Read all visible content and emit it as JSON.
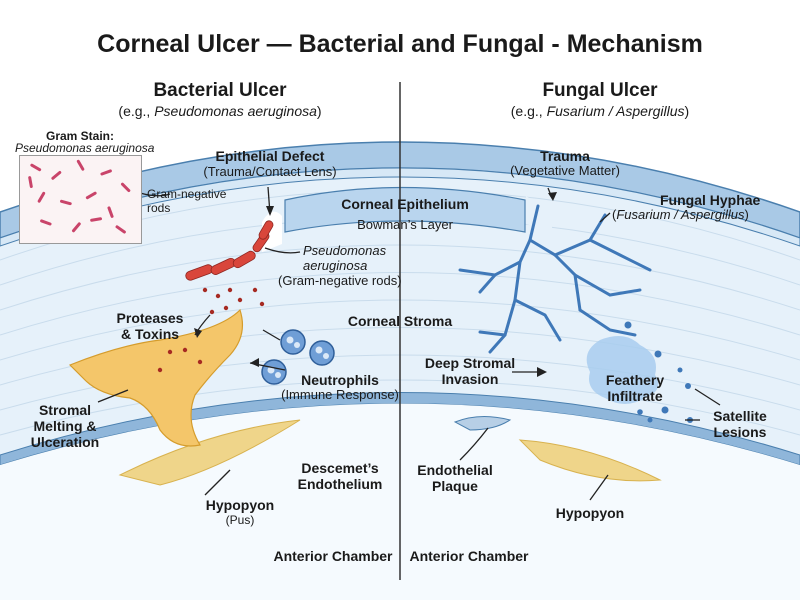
{
  "title": "Corneal Ulcer — Bacterial and Fungal - Mechanism",
  "bacterial": {
    "heading": "Bacterial Ulcer",
    "example_prefix": "(e.g., ",
    "example_organism": "Pseudomonas aeruginosa",
    "example_suffix": ")",
    "gram_stain_title": "Gram Stain:",
    "gram_stain_organism": "Pseudomonas aeruginosa",
    "gram_negative_rods_line1": "Gram-negative",
    "gram_negative_rods_line2": "rods",
    "epithelial_defect": "Epithelial Defect",
    "epithelial_defect_sub": "(Trauma/Contact Lens)",
    "pseudomonas_line1": "Pseudomonas",
    "pseudomonas_line2": "aeruginosa",
    "pseudomonas_sub": "(Gram-negative rods)",
    "proteases_line1": "Proteases",
    "proteases_line2": "& Toxins",
    "neutrophils": "Neutrophils",
    "neutrophils_sub": "(Immune Response)",
    "stromal_line1": "Stromal",
    "stromal_line2": "Melting &",
    "stromal_line3": "Ulceration",
    "hypopyon": "Hypopyon",
    "hypopyon_sub": "(Pus)"
  },
  "fungal": {
    "heading": "Fungal Ulcer",
    "example_prefix": "(e.g., ",
    "example_organism": "Fusarium / Aspergillus",
    "example_suffix": ")",
    "trauma": "Trauma",
    "trauma_sub": "(Vegetative Matter)",
    "hyphae": "Fungal Hyphae",
    "hyphae_sub_organism": "Fusarium / Aspergillus",
    "deep_line1": "Deep Stromal",
    "deep_line2": "Invasion",
    "feathery_line1": "Feathery",
    "feathery_line2": "Infiltrate",
    "satellite_line1": "Satellite",
    "satellite_line2": "Lesions",
    "endothelial_line1": "Endothelial",
    "endothelial_line2": "Plaque",
    "hypopyon": "Hypopyon"
  },
  "center": {
    "corneal_epithelium": "Corneal Epithelium",
    "bowmans_layer": "Bowman’s Layer",
    "corneal_stroma": "Corneal Stroma",
    "descemets_line1": "Descemet’s",
    "descemets_line2": "Endothelium",
    "anterior_chamber_left": "Anterior Chamber",
    "anterior_chamber_right": "Anterior Chamber"
  },
  "colors": {
    "epithelium": "#a9c9e6",
    "epithelium_stroke": "#4a7fae",
    "stroma": "#e6f1fa",
    "stroma_lines": "#c9dcec",
    "endothelium": "#8fb6da",
    "ulcer": "#f4c66a",
    "hypopyon": "#efd58a",
    "bacteria": "#d9463b",
    "neutrophil": "#6f9ed6",
    "hyphae": "#3f78b8",
    "infiltrate": "#a8cdee"
  }
}
